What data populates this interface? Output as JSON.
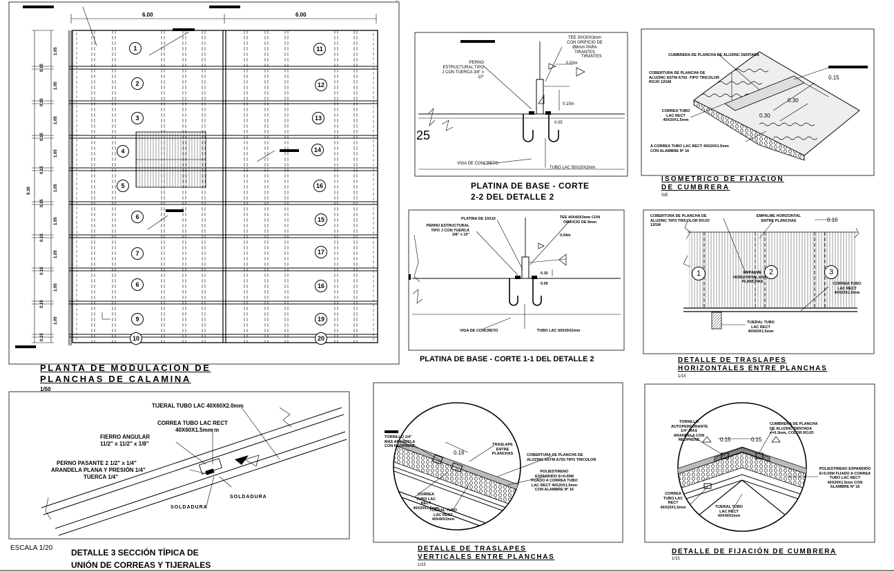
{
  "planta": {
    "title_l1": "PLANTA DE MODULACION DE",
    "title_l2": "PLANCHAS DE CALAMINA",
    "scale": "1/50",
    "dim_top_left": "6.00",
    "dim_top_right": "6.00",
    "dim_side_total": "9.36",
    "dim_module": "1.05",
    "dim_overlap": "0.15",
    "panels": [
      "1",
      "2",
      "3",
      "4",
      "5",
      "6",
      "7",
      "6",
      "9",
      "10",
      "11",
      "12",
      "13",
      "14",
      "16",
      "15",
      "17",
      "16",
      "19",
      "20"
    ]
  },
  "corte22": {
    "title_l1": "PLATINA DE BASE - CORTE",
    "title_l2": "2-2 DEL DETALLE 2",
    "label_perno": "PERNO ESTRUCTURAL TIPO J CON TUERCA 3/8\" x 10\"",
    "label_tee": "TEE 30X30X3mm CON ORIFICIO DE Ø8mm PARA TIRANTES",
    "label_tirantes": "TIRANTES",
    "dim_a": "0.03m",
    "dim_b": "0.15m",
    "dim_c": "0.05",
    "label_viga": "VIGA DE CONCRETO",
    "label_tubo": "TUBO LAC 50X20X2mm",
    "axis_num": "25"
  },
  "iso": {
    "title_l1": "ISOMETRICO DE FIJACION",
    "title_l2": "DE CUMBRERA",
    "scale": "S/E",
    "label_cumbrera": "CUMBRERA DE PLANCHA DE ALUZINC DENTADA",
    "label_cobertura": "COBERTURA DE PLANCHA DE ALUZINC ASTM A792 -TIPO TRICOLOR ROJO 12GM",
    "label_correa": "CORREA TUBO LAC RECT 40X20X1.5mm",
    "label_acorrea": "A CORREA TUBO LAC RECT 40X20X1.5mm CON ALAMBRE Nº 16",
    "dim_1": "0.15",
    "dim_2": "0.30",
    "dim_3": "0.30"
  },
  "corte11": {
    "title": "PLATINA DE BASE - CORTE 1-1 DEL DETALLE 2",
    "label_platina": "PLATINA DE 10X10",
    "label_tee": "TEE 40X40X3mm CON ORIFICIO DE 8mm",
    "label_perno": "PERNO ESTRUCTURAL TIPO J CON TUERCA 3/8\" x 10\"",
    "dim_a": "0.04m",
    "dim_b": "0.15",
    "dim_c": "0.05",
    "label_viga": "VIGA DE CONCRETO",
    "label_tubo": "TUBO LAC 50X20X2mm"
  },
  "horiz": {
    "title_l1": "DETALLE DE TRASLAPES",
    "title_l2": "HORIZONTALES ENTRE PLANCHAS",
    "scale": "1/15",
    "dim": "0.16",
    "label_cobertura": "COBERTURA DE PLANCHA DE ALUZINC TIPO TRICOLOR ROJO 12GM",
    "label_empalme": "EMPALME HORIZONTAL ENTRE PLANCHAS",
    "label_empalme2": "EMPALME HORIZONTAL ENTRE PLANCHAS",
    "label_correa": "CORREA TUBO LAC RECT 40X20X1.5mm",
    "label_tijeral": "TIJERAL TUBO LAC RECT 40X60X1.5mm",
    "n1": "1",
    "n2": "2",
    "n3": "3"
  },
  "detalle3": {
    "title_l1": "DETALLE 3 SECCIÓN TÍPICA DE",
    "title_l2": "UNIÓN DE CORREAS Y TIJERALES",
    "escala": "ESCALA 1/20",
    "label_tijeral": "TIJERAL TUBO LAC 40X60X2.0mm",
    "label_correa_l1": "CORREA TUBO LAC RECT",
    "label_correa_l2": "40X60X1.5mm m",
    "label_fierro_l1": "FIERRO ANGULAR",
    "label_fierro_l2": "11/2\" x 11/2\" x 1/8\"",
    "label_perno_l1": "PERNO PASANTE 2 1/2\" x 1/4\"",
    "label_perno_l2": "ARANDELA PLANA Y PRESIÓN 1/4\"",
    "label_perno_l3": "TUERCA 1/4\"",
    "label_sold1": "SOLDADURA",
    "label_sold2": "SOLDADURA"
  },
  "vert": {
    "title_l1": "DETALLE DE TRASLAPES",
    "title_l2": "VERTICALES ENTRE PLANCHAS",
    "scale": "1/15",
    "dim": "0.16",
    "label_tornillo": "TORNILLO 1/4\" MAS ARANDELA CON NEOPRENE",
    "label_traslape": "TRASLAPE ENTRE PLANCHAS",
    "label_cobertura": "COBERTURA DE PLANCHA DE ALUZINC ASTM A792-TIPO TRICOLOR",
    "label_poli": "POLIESTIRENO EXPANDIDO E=0.05M FIJADO A CORREA TUBO LAC RECT 40X20X1.5mm CON ALAMBRE Nº 16",
    "label_correa": "CORREA TUBO LAC RECT 40X20X1.5mm",
    "label_tijeral": "TIJERAL TUBO LAC RECT 40X40X2mm"
  },
  "cumbrera": {
    "title": "DETALLE DE FIJACIÓN DE CUMBRERA",
    "scale": "1/15",
    "dim_l": "0.15",
    "dim_r": "0.15",
    "label_tornillo": "TORNILLO AUTOPERFORANTE 1/4\" MAS ARANDELA CON NEOPRENE",
    "label_cumbrera": "CUMBRERA DE PLANCHA DE ALUZINC DENTADA e=0.3mm, COLOR ROJO",
    "label_poli": "POLIESTIRENO EXPANDIDO E=0.05M FIJADO A CORREA TUBO LAC RECT 40X20X1.5mm CON ALAMBRE Nº 16",
    "label_correa": "CORREA TUBO LAC RECT 40X20X1.5mm",
    "label_tijeral": "TIJERAL TUBO LAC RECT 40X40X2mm"
  }
}
